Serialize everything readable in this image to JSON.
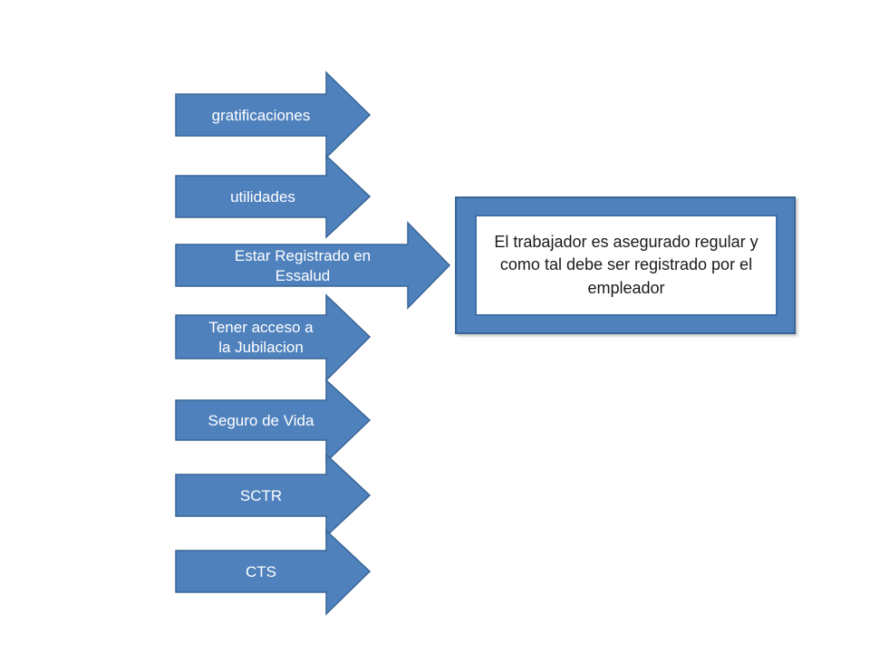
{
  "arrows": [
    {
      "id": "gratificaciones",
      "lines": [
        "gratificaciones"
      ]
    },
    {
      "id": "utilidades",
      "lines": [
        "utilidades"
      ]
    },
    {
      "id": "essalud",
      "lines": [
        "Estar Registrado en",
        "Essalud"
      ]
    },
    {
      "id": "jubilacion",
      "lines": [
        "Tener acceso  a",
        "la Jubilacion"
      ]
    },
    {
      "id": "seguro-vida",
      "lines": [
        "Seguro de Vida"
      ]
    },
    {
      "id": "sctr",
      "lines": [
        "SCTR"
      ]
    },
    {
      "id": "cts",
      "lines": [
        "CTS"
      ]
    }
  ],
  "panel": {
    "text": "El trabajador es asegurado regular y como tal debe ser registrado por el empleador"
  },
  "colors": {
    "arrow_fill": "#4f81bd",
    "arrow_stroke": "#3a6696",
    "panel_fill": "#4f81bd",
    "text": "#ffffff"
  }
}
